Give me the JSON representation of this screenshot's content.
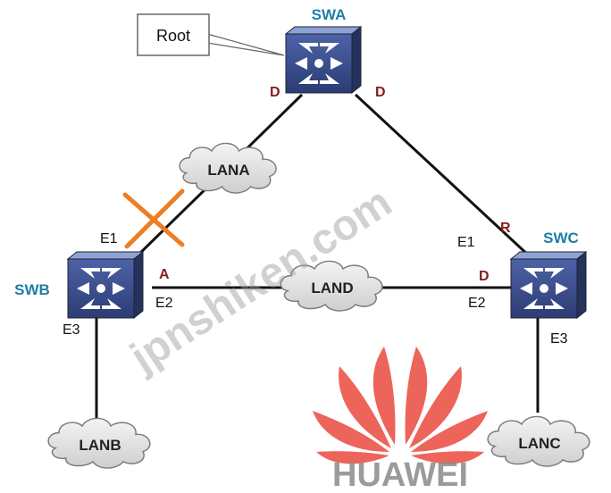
{
  "callout": {
    "text": "Root"
  },
  "switches": {
    "swa": {
      "label": "SWA"
    },
    "swb": {
      "label": "SWB"
    },
    "swc": {
      "label": "SWC"
    }
  },
  "clouds": {
    "lana": {
      "label": "LANA"
    },
    "land": {
      "label": "LAND"
    },
    "lanb": {
      "label": "LANB"
    },
    "lanc": {
      "label": "LANC"
    }
  },
  "port_roles": {
    "swa_left": "D",
    "swa_right": "D",
    "swb_e2": "A",
    "swc_e1": "R",
    "swc_e2": "D"
  },
  "ports": {
    "swb_e1": "E1",
    "swb_e2": "E2",
    "swb_e3": "E3",
    "swc_e1": "E1",
    "swc_e2": "E2",
    "swc_e3": "E3"
  },
  "watermark": {
    "text": "jpnshiken.com"
  },
  "logo": {
    "text": "HUAWEI"
  },
  "colors": {
    "switch_fill": "#3b4f8f",
    "switch_top": "#7f95c9",
    "switch_label": "#1e7fa6",
    "port_role": "#8b1a1a",
    "cross": "#ef7d22",
    "logo": "#e8392d",
    "cloud_fill": "#e6e6e6"
  }
}
